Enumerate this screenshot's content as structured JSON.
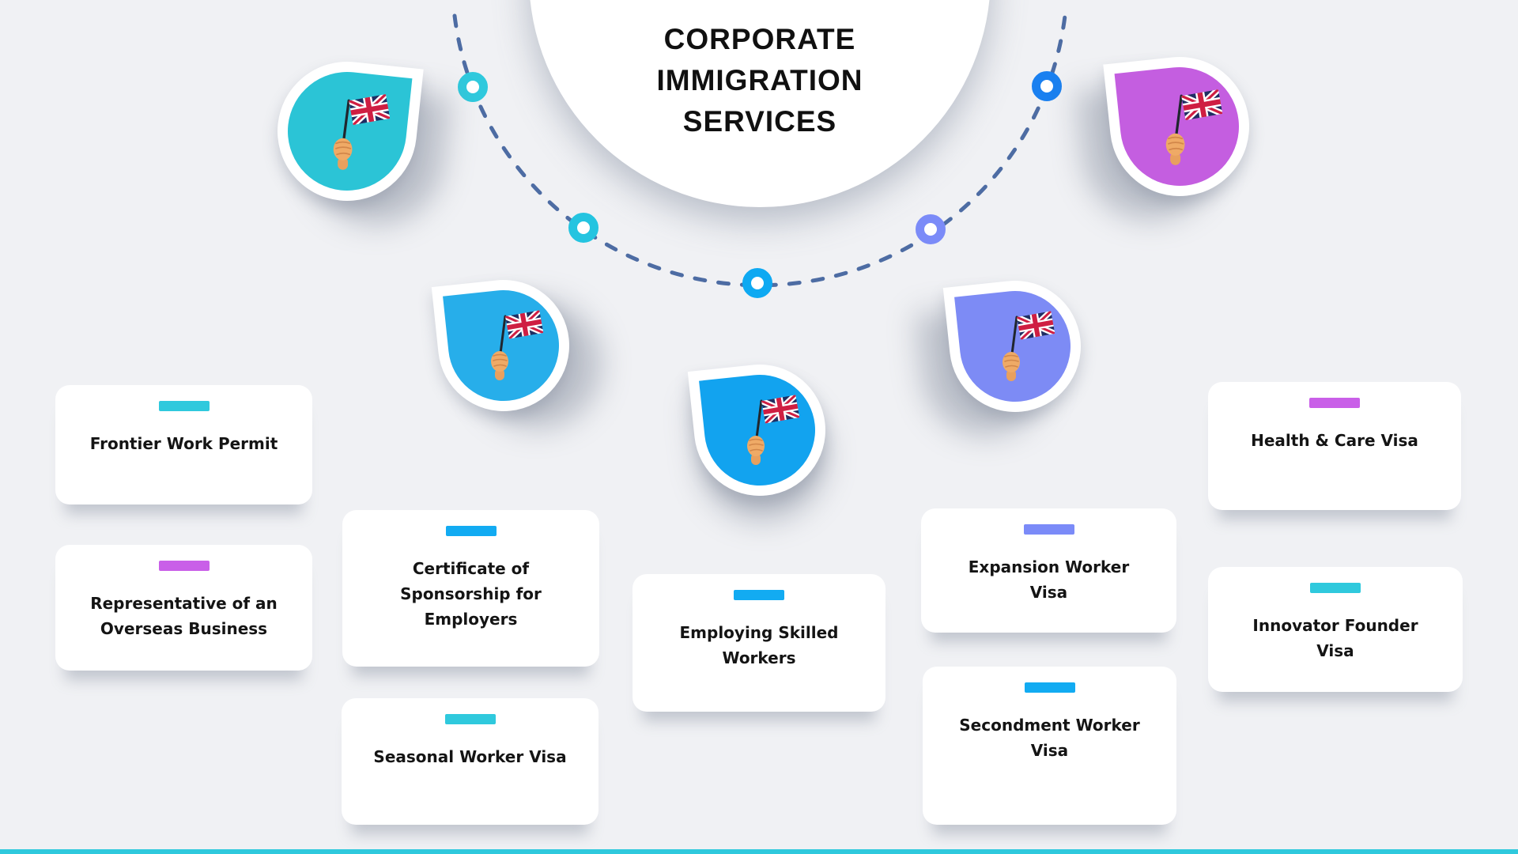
{
  "background": "#f0f1f4",
  "title": {
    "lines": [
      "CORPORATE",
      "IMMIGRATION",
      "SERVICES"
    ],
    "color": "#101010"
  },
  "arc": {
    "color": "#4d6ca3"
  },
  "arc_dots": [
    {
      "name": "arc-dot-teal",
      "color": "#2fc9dd"
    },
    {
      "name": "arc-dot-cyan",
      "color": "#24c4e0"
    },
    {
      "name": "arc-dot-azure",
      "color": "#0ea9f2"
    },
    {
      "name": "arc-dot-periwinkle",
      "color": "#7b8bf8"
    },
    {
      "name": "arc-dot-blue",
      "color": "#1a80f0"
    }
  ],
  "flag_circles": [
    {
      "name": "uk-flag-top-left",
      "icon": "uk-flag-icon",
      "color": "#2bc4d6"
    },
    {
      "name": "uk-flag-top-right",
      "icon": "uk-flag-icon",
      "color": "#c45ee0"
    },
    {
      "name": "uk-flag-mid-left",
      "icon": "uk-flag-icon",
      "color": "#27aeea"
    },
    {
      "name": "uk-flag-center",
      "icon": "uk-flag-icon",
      "color": "#12a3ef"
    },
    {
      "name": "uk-flag-mid-right",
      "icon": "uk-flag-icon",
      "color": "#7d8bf5"
    }
  ],
  "cards": [
    {
      "label": "Frontier Work Permit",
      "accent": "#2fc9dd"
    },
    {
      "label": "Representative of an Overseas Business",
      "accent": "#c95fe8"
    },
    {
      "label": "Certificate of Sponsorship for Employers",
      "accent": "#12abf2"
    },
    {
      "label": "Seasonal Worker Visa",
      "accent": "#2fc9dd"
    },
    {
      "label": "Employing Skilled Workers",
      "accent": "#12abf2"
    },
    {
      "label": "Expansion Worker Visa",
      "accent": "#7b8bf8"
    },
    {
      "label": "Secondment Worker Visa",
      "accent": "#12abf2"
    },
    {
      "label": "Health & Care Visa",
      "accent": "#c95fe8"
    },
    {
      "label": "Innovator Founder Visa",
      "accent": "#2fc9dd"
    }
  ],
  "footer": {
    "strip_color": "#2fc9dd"
  }
}
